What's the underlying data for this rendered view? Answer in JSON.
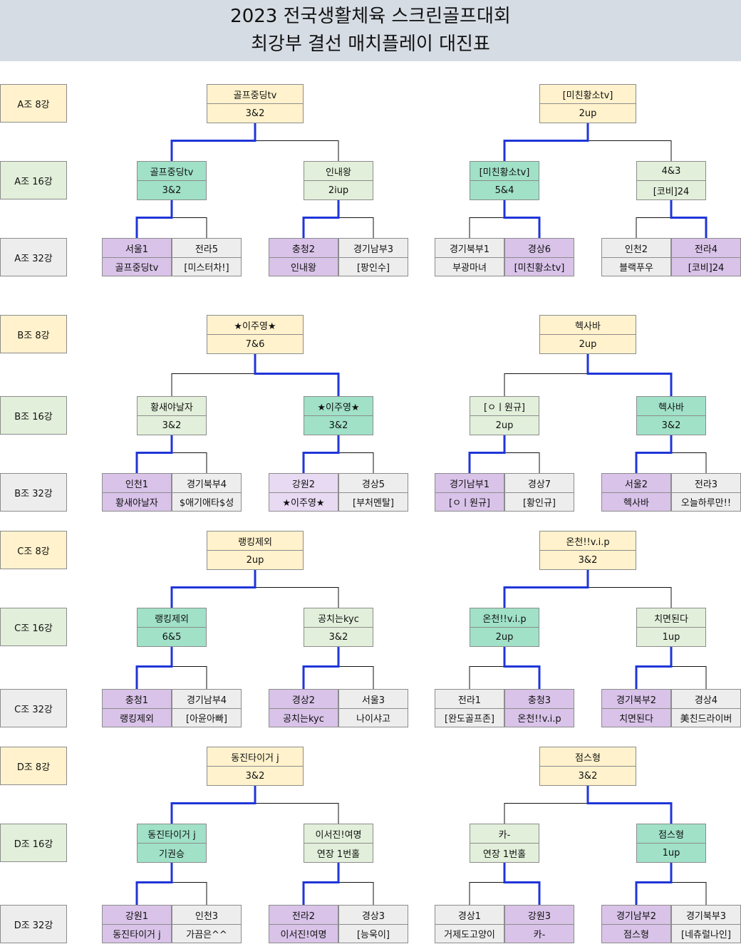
{
  "title": {
    "line1": "2023 전국생활체육 스크린골프대회",
    "line2": "최강부 결선 매치플레이 대진표"
  },
  "colors": {
    "header_bg": "#d6dce4",
    "label_8": "#fff2cc",
    "label_16": "#e2efda",
    "label_32": "#ededed",
    "box_8": "#fff2cc",
    "box_16_winner": "#a0e1c8",
    "box_16_other": "#e2efda",
    "box_32_winner": "#d9c3e9",
    "box_32_light": "#e8daf3",
    "box_32_other": "#ededed",
    "line_winner": "#1f35d8",
    "line_other": "#111111"
  },
  "groups": [
    {
      "labels": {
        "r8": "A조 8강",
        "r16": "A조 16강",
        "r32": "A조 32강"
      },
      "halves": [
        {
          "r8": {
            "name": "골프중딩tv",
            "score": "3&2"
          },
          "r8_from": 0,
          "r16": [
            {
              "name": "골프중딩tv",
              "score": "3&2",
              "winner": true,
              "from": 0,
              "r32": [
                {
                  "region": "서울1",
                  "team": "골프중딩tv",
                  "winner": true
                },
                {
                  "region": "전라5",
                  "team": "[미스터차!]",
                  "winner": false
                }
              ]
            },
            {
              "name": "인내왕",
              "score": "2iup",
              "winner": false,
              "from": 0,
              "r32": [
                {
                  "region": "충청2",
                  "team": "인내왕",
                  "winner": true
                },
                {
                  "region": "경기남부3",
                  "team": "[팡인수]",
                  "winner": false
                }
              ]
            }
          ]
        },
        {
          "r8": {
            "name": "[미친황소tv]",
            "score": "2up"
          },
          "r8_from": 0,
          "r16": [
            {
              "name": "[미친황소tv]",
              "score": "5&4",
              "winner": true,
              "from": 1,
              "r32": [
                {
                  "region": "경기북부1",
                  "team": "부광마녀",
                  "winner": false
                },
                {
                  "region": "경상6",
                  "team": "[미친황소tv]",
                  "winner": true
                }
              ]
            },
            {
              "name": "4&3",
              "score": "[코비]24",
              "winner": false,
              "from": 1,
              "r32": [
                {
                  "region": "인천2",
                  "team": "블랙푸우",
                  "winner": false
                },
                {
                  "region": "전라4",
                  "team": "[코비]24",
                  "winner": true
                }
              ]
            }
          ]
        }
      ]
    },
    {
      "labels": {
        "r8": "B조 8강",
        "r16": "B조 16강",
        "r32": "B조 32강"
      },
      "halves": [
        {
          "r8": {
            "name": "★이주영★",
            "score": "7&6"
          },
          "r8_from": 1,
          "r16": [
            {
              "name": "황새야날자",
              "score": "3&2",
              "winner": false,
              "from": 0,
              "r32": [
                {
                  "region": "인천1",
                  "team": "황새야날자",
                  "winner": true
                },
                {
                  "region": "경기북부4",
                  "team": "$애기애타$성",
                  "winner": false
                }
              ]
            },
            {
              "name": "★이주영★",
              "score": "3&2",
              "winner": true,
              "from": 0,
              "r32": [
                {
                  "region": "강원2",
                  "team": "★이주영★",
                  "winner": true,
                  "light": true
                },
                {
                  "region": "경상5",
                  "team": "[부처멘탈]",
                  "winner": false
                }
              ]
            }
          ]
        },
        {
          "r8": {
            "name": "헥사바",
            "score": "2up"
          },
          "r8_from": 1,
          "r16": [
            {
              "name": "[ㅇㅣ원규]",
              "score": "2up",
              "winner": false,
              "from": 0,
              "r32": [
                {
                  "region": "경기남부1",
                  "team": "[ㅇㅣ원규]",
                  "winner": true
                },
                {
                  "region": "경상7",
                  "team": "[황인규]",
                  "winner": false
                }
              ]
            },
            {
              "name": "헥사바",
              "score": "3&2",
              "winner": true,
              "from": 0,
              "r32": [
                {
                  "region": "서울2",
                  "team": "헥사바",
                  "winner": true
                },
                {
                  "region": "전라3",
                  "team": "오늘하루만!!",
                  "winner": false
                }
              ]
            }
          ]
        }
      ]
    },
    {
      "labels": {
        "r8": "C조 8강",
        "r16": "C조 16강",
        "r32": "C조 32강"
      },
      "halves": [
        {
          "r8": {
            "name": "랭킹제외",
            "score": "2up"
          },
          "r8_from": 0,
          "r16": [
            {
              "name": "랭킹제외",
              "score": "6&5",
              "winner": true,
              "from": 0,
              "r32": [
                {
                  "region": "충청1",
                  "team": "랭킹제외",
                  "winner": true
                },
                {
                  "region": "경기남부4",
                  "team": "[아윤아빠]",
                  "winner": false
                }
              ]
            },
            {
              "name": "공치는kyc",
              "score": "3&2",
              "winner": false,
              "from": 0,
              "r32": [
                {
                  "region": "경상2",
                  "team": "공치는kyc",
                  "winner": true
                },
                {
                  "region": "서울3",
                  "team": "나이샤고",
                  "winner": false
                }
              ]
            }
          ]
        },
        {
          "r8": {
            "name": "온천!!v.i.p",
            "score": "3&2"
          },
          "r8_from": 0,
          "r16": [
            {
              "name": "온천!!v.i.p",
              "score": "2up",
              "winner": true,
              "from": 1,
              "r32": [
                {
                  "region": "전라1",
                  "team": "[완도골프존]",
                  "winner": false
                },
                {
                  "region": "충청3",
                  "team": "온천!!v.i.p",
                  "winner": true
                }
              ]
            },
            {
              "name": "치면된다",
              "score": "1up",
              "winner": false,
              "from": 0,
              "r32": [
                {
                  "region": "경기북부2",
                  "team": "치면된다",
                  "winner": true
                },
                {
                  "region": "경상4",
                  "team": "美친드라이버",
                  "winner": false
                }
              ]
            }
          ]
        }
      ]
    },
    {
      "labels": {
        "r8": "D조 8강",
        "r16": "D조 16강",
        "r32": "D조 32강"
      },
      "halves": [
        {
          "r8": {
            "name": "동진타이거 j",
            "score": "3&2"
          },
          "r8_from": 0,
          "r16": [
            {
              "name": "동진타이거 j",
              "score": "기권승",
              "winner": true,
              "from": 0,
              "r32": [
                {
                  "region": "강원1",
                  "team": "동진타이거 j",
                  "winner": true
                },
                {
                  "region": "인천3",
                  "team": "가끔은^^",
                  "winner": false
                }
              ]
            },
            {
              "name": "이서진!여명",
              "score": "연장 1번홀",
              "winner": false,
              "from": 0,
              "r32": [
                {
                  "region": "전라2",
                  "team": "이서진!여명",
                  "winner": true
                },
                {
                  "region": "경상3",
                  "team": "[능욱이]",
                  "winner": false
                }
              ]
            }
          ]
        },
        {
          "r8": {
            "name": "점스형",
            "score": "3&2"
          },
          "r8_from": 1,
          "r16": [
            {
              "name": "카-",
              "score": "연장 1번홀",
              "winner": false,
              "from": 1,
              "r32": [
                {
                  "region": "경상1",
                  "team": "거제도고양이",
                  "winner": false
                },
                {
                  "region": "강원3",
                  "team": "카-",
                  "winner": true
                }
              ]
            },
            {
              "name": "점스형",
              "score": "1up",
              "winner": true,
              "from": 0,
              "r32": [
                {
                  "region": "경기남부2",
                  "team": "점스형",
                  "winner": true
                },
                {
                  "region": "경기북부3",
                  "team": "[네츄럴나인]",
                  "winner": false
                }
              ]
            }
          ]
        }
      ]
    }
  ]
}
